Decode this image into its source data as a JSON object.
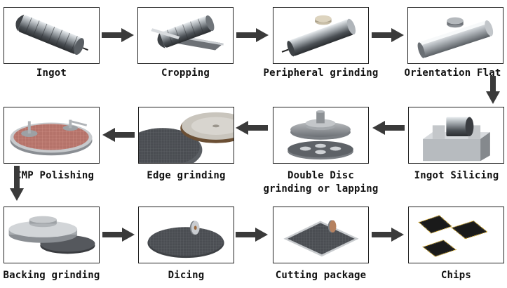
{
  "steps": [
    {
      "id": "ingot",
      "label": "Ingot"
    },
    {
      "id": "cropping",
      "label": "Cropping"
    },
    {
      "id": "peripheral-grinding",
      "label": "Peripheral grinding"
    },
    {
      "id": "orientation-flat",
      "label": "Orientation Flat"
    },
    {
      "id": "ingot-slicing",
      "label": "Ingot Silicing"
    },
    {
      "id": "double-disc",
      "label_line1": "Double Disc",
      "label_line2": "grinding or lapping"
    },
    {
      "id": "edge-grinding",
      "label": "Edge grinding"
    },
    {
      "id": "cmp-polishing",
      "label": "CMP Polishing"
    },
    {
      "id": "backing-grinding",
      "label": "Backing grinding"
    },
    {
      "id": "dicing",
      "label": "Dicing"
    },
    {
      "id": "cutting-package",
      "label": "Cutting package"
    },
    {
      "id": "chips",
      "label": "Chips"
    }
  ],
  "colors": {
    "arrow": "#3a3a3a",
    "border": "#222222",
    "metal": "#8a8e93",
    "pad": "#b5736a",
    "chip": "#222222",
    "gold": "#d6a821"
  }
}
